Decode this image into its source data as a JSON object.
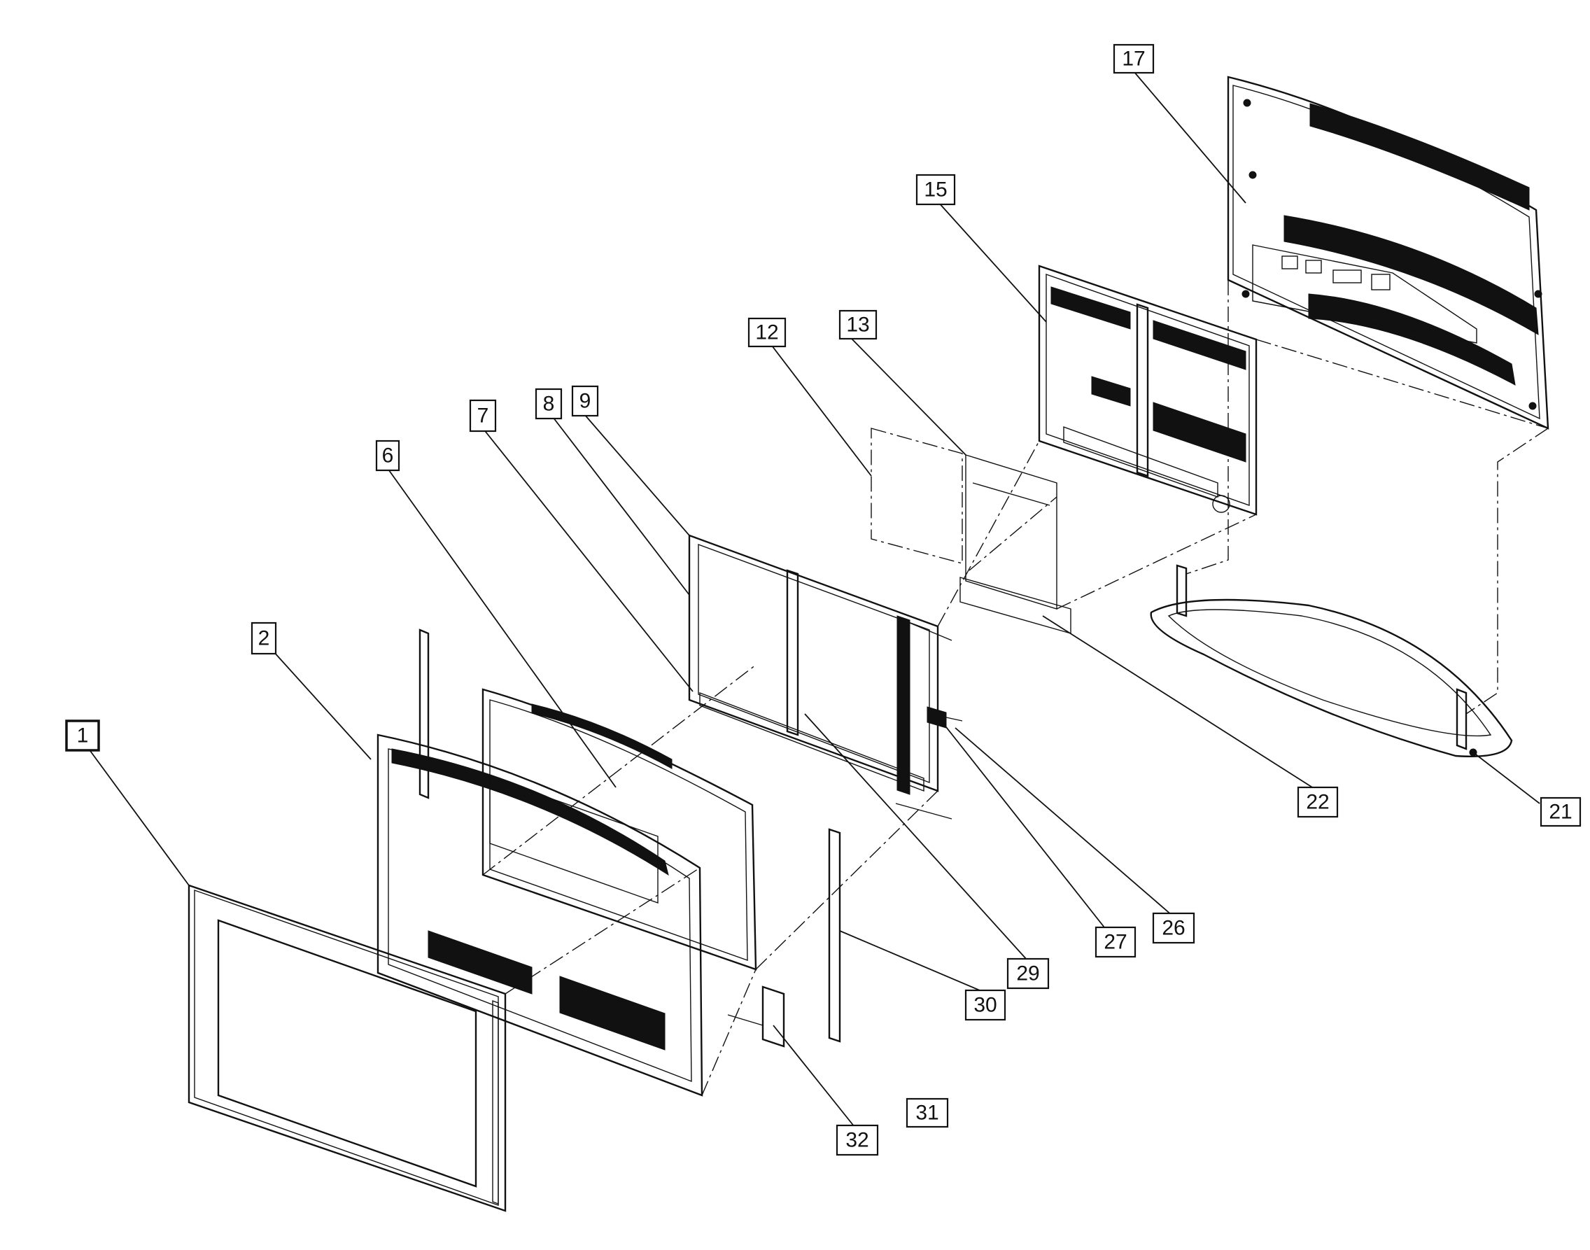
{
  "callouts": [
    {
      "id": "c1",
      "label": "1"
    },
    {
      "id": "c2",
      "label": "2"
    },
    {
      "id": "c6",
      "label": "6"
    },
    {
      "id": "c7",
      "label": "7"
    },
    {
      "id": "c8",
      "label": "8"
    },
    {
      "id": "c9",
      "label": "9"
    },
    {
      "id": "c12",
      "label": "12"
    },
    {
      "id": "c13",
      "label": "13"
    },
    {
      "id": "c15",
      "label": "15"
    },
    {
      "id": "c17",
      "label": "17"
    },
    {
      "id": "c21",
      "label": "21"
    },
    {
      "id": "c22",
      "label": "22"
    },
    {
      "id": "c26",
      "label": "26"
    },
    {
      "id": "c27",
      "label": "27"
    },
    {
      "id": "c29",
      "label": "29"
    },
    {
      "id": "c30",
      "label": "30"
    },
    {
      "id": "c31",
      "label": "31"
    },
    {
      "id": "c32",
      "label": "32"
    }
  ]
}
